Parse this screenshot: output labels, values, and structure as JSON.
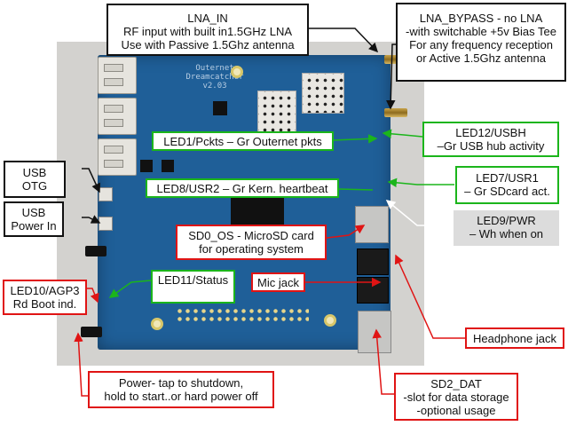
{
  "board": {
    "silkscreen_name": "Outernet",
    "silkscreen_model": "Dreamcatcher",
    "silkscreen_version": "v2.03"
  },
  "callouts": {
    "lna_in": {
      "lines": [
        "LNA_IN",
        "RF input with built in1.5GHz LNA",
        "Use with Passive 1.5Ghz antenna"
      ],
      "color": "#111111"
    },
    "lna_bypass": {
      "lines": [
        "LNA_BYPASS - no LNA",
        "-with switchable +5v Bias Tee",
        "For any frequency reception",
        "or Active 1.5Ghz antenna"
      ],
      "color": "#111111"
    },
    "usb_otg": {
      "lines": [
        "USB",
        "OTG"
      ],
      "color": "#111111"
    },
    "usb_power_in": {
      "lines": [
        "USB",
        "Power In"
      ],
      "color": "#111111"
    },
    "led1": {
      "lines": [
        "LED1/Pckts – Gr Outernet pkts"
      ],
      "color": "#1bb51b"
    },
    "led8": {
      "lines": [
        "LED8/USR2 – Gr Kern. heartbeat"
      ],
      "color": "#1bb51b"
    },
    "led12": {
      "lines": [
        "LED12/USBH",
        "–Gr USB hub activity"
      ],
      "color": "#1bb51b"
    },
    "led7": {
      "lines": [
        "LED7/USR1",
        "– Gr SDcard act."
      ],
      "color": "#1bb51b"
    },
    "led9": {
      "lines": [
        "LED9/PWR",
        "– Wh when on"
      ],
      "color": "#dcdcdc"
    },
    "sd0": {
      "lines": [
        "SD0_OS - MicroSD card",
        "for operating system"
      ],
      "color": "#e01414"
    },
    "led11": {
      "lines": [
        "LED11/Status"
      ],
      "color": "#1bb51b"
    },
    "mic": {
      "lines": [
        "Mic jack"
      ],
      "color": "#e01414"
    },
    "led10": {
      "lines": [
        "LED10/AGP3",
        "Rd Boot ind."
      ],
      "color": "#e01414"
    },
    "headphone": {
      "lines": [
        "Headphone jack"
      ],
      "color": "#e01414"
    },
    "power": {
      "lines": [
        "Power- tap to shutdown,",
        "hold to start..or hard power off"
      ],
      "color": "#e01414"
    },
    "sd2": {
      "lines": [
        "SD2_DAT",
        "-slot for data storage",
        "-optional usage"
      ],
      "color": "#e01414"
    }
  }
}
